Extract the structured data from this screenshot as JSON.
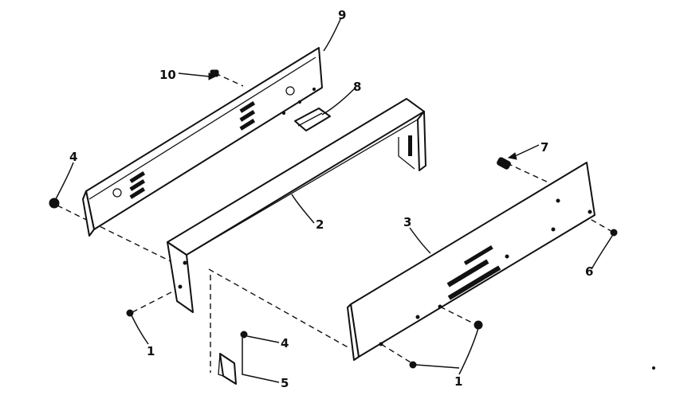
{
  "diagram": {
    "callouts": {
      "c1a": "1",
      "c1b": "1",
      "c2": "2",
      "c3": "3",
      "c4a": "4",
      "c4b": "4",
      "c5": "5",
      "c6": "6",
      "c7": "7",
      "c8": "8",
      "c9": "9",
      "c10": "10"
    },
    "parts": [
      {
        "callout": "1",
        "component": "screw"
      },
      {
        "callout": "2",
        "component": "frame"
      },
      {
        "callout": "3",
        "component": "front-panel"
      },
      {
        "callout": "4",
        "component": "screw"
      },
      {
        "callout": "5",
        "component": "clip"
      },
      {
        "callout": "6",
        "component": "screw"
      },
      {
        "callout": "7",
        "component": "bolt"
      },
      {
        "callout": "8",
        "component": "bracket"
      },
      {
        "callout": "9",
        "component": "rear-panel"
      },
      {
        "callout": "10",
        "component": "screw"
      }
    ],
    "colors": {
      "ink": "#111111",
      "paper": "#ffffff"
    }
  }
}
